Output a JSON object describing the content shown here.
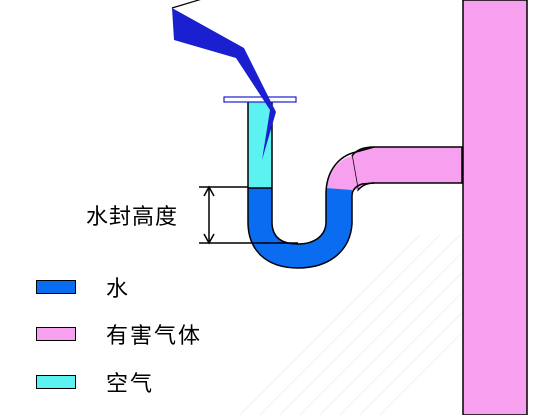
{
  "diagram": {
    "seal_height_label": "水封高度",
    "legend": [
      {
        "key": "water",
        "label": "水",
        "color": "#0a6cf0"
      },
      {
        "key": "harmful_gas",
        "label": "有害气体",
        "color": "#f7a0f0"
      },
      {
        "key": "air",
        "label": "空气",
        "color": "#5cf2f2"
      }
    ],
    "colors": {
      "water": "#0a6cf0",
      "harmful_gas": "#f7a0f0",
      "air": "#5cf2f2",
      "funnel": "#1a1fd0",
      "outline": "#000000"
    }
  }
}
